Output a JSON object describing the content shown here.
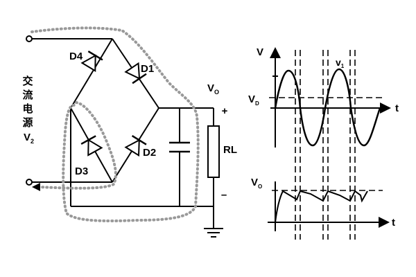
{
  "circuit": {
    "source_label_lines": [
      "交",
      "流",
      "电",
      "源"
    ],
    "source_voltage": "V",
    "source_voltage_sub": "2",
    "diodes": [
      "D1",
      "D2",
      "D3",
      "D4"
    ],
    "output_voltage": "V",
    "output_voltage_sub": "O",
    "plus_sign": "+",
    "minus_sign": "–",
    "load_label": "RL"
  },
  "waveforms": {
    "top_axis_y": "V",
    "top_axis_x": "t",
    "input_label": "v",
    "input_label_sub": "1",
    "diode_drop_label": "V",
    "diode_drop_sub": "D",
    "bottom_axis_y": "V",
    "bottom_axis_y_sub": "O",
    "bottom_axis_x": "t"
  },
  "colors": {
    "wire": "#000000",
    "current_path": "#999999"
  }
}
